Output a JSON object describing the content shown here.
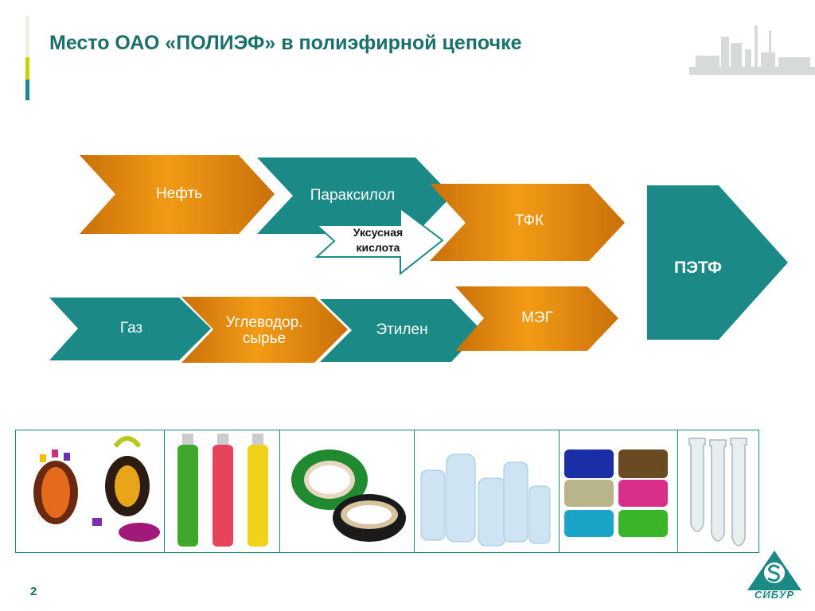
{
  "slide": {
    "title": "Место ОАО «ПОЛИЭФ» в полиэфирной цепочке",
    "page_number": "2",
    "logo_text": "СИБУР"
  },
  "chain": {
    "oil": "Нефть",
    "paraxylene": "Параксилол",
    "acetic_acid_line1": "Уксусная",
    "acetic_acid_line2": "кислота",
    "tpa": "ТФК",
    "gas": "Газ",
    "hydrocarbon_line1": "Углеводор.",
    "hydrocarbon_line2": "сырье",
    "ethylene": "Этилен",
    "meg": "МЭГ",
    "pet": "ПЭТФ"
  },
  "colors": {
    "teal": "#1b8a87",
    "orange": "#e88a12",
    "orange_dark": "#c9700a",
    "lime": "#c8d400"
  },
  "photos": [
    {
      "name": "pet-bottles-colorful"
    },
    {
      "name": "bottles-liquid"
    },
    {
      "name": "strapping-tape"
    },
    {
      "name": "water-bottles"
    },
    {
      "name": "fiber-spools"
    },
    {
      "name": "preforms"
    }
  ]
}
